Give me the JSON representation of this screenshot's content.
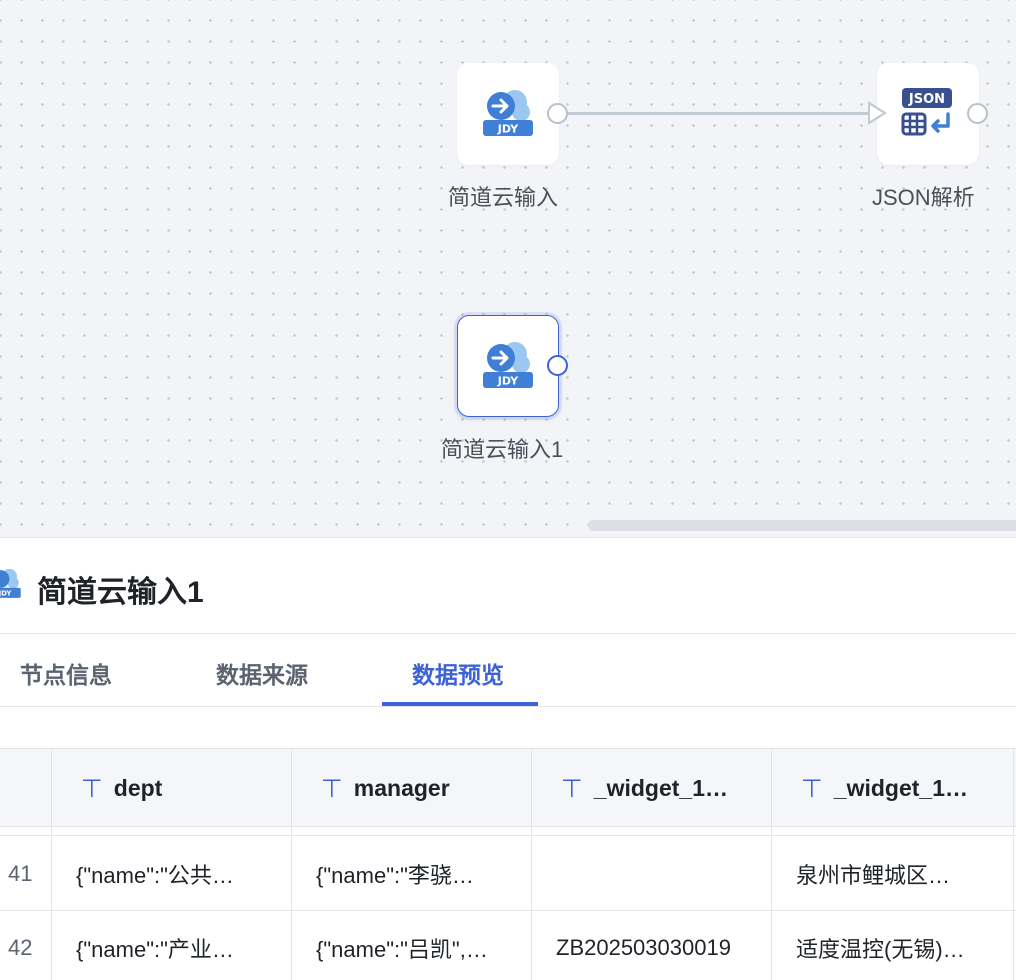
{
  "canvas": {
    "nodes": [
      {
        "label": "简道云输入",
        "icon": "jdy-cloud-icon",
        "icon_text": "JDY"
      },
      {
        "label": "JSON解析",
        "icon": "json-parse-icon",
        "icon_text": "JSON"
      },
      {
        "label": "简道云输入1",
        "icon": "jdy-cloud-icon",
        "icon_text": "JDY",
        "selected": true
      }
    ]
  },
  "panel": {
    "title": "简道云输入1",
    "icon_text": "JDY",
    "tabs": [
      {
        "label": "节点信息",
        "active": false
      },
      {
        "label": "数据来源",
        "active": false
      },
      {
        "label": "数据预览",
        "active": true
      }
    ]
  },
  "table": {
    "type_glyph": "⊤",
    "columns": [
      "dept",
      "manager",
      "_widget_1…",
      "_widget_1…"
    ],
    "rows": [
      {
        "index": "41",
        "cells": [
          "{\"name\":\"公共…",
          "{\"name\":\"李骁…",
          "",
          "泉州市鲤城区…"
        ]
      },
      {
        "index": "42",
        "cells": [
          "{\"name\":\"产业…",
          "{\"name\":\"吕凯\",…",
          "ZB202503030019",
          "适度温控(无锡)…"
        ]
      }
    ]
  },
  "colors": {
    "accent": "#3d62d6",
    "canvas_bg": "#f3f4f7",
    "icon_blue": "#3f7fd6",
    "icon_light": "#9cc7f0",
    "json_navy": "#3a4f8f"
  }
}
